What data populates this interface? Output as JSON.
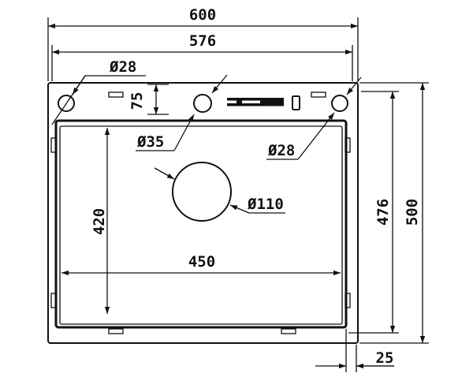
{
  "drawing": {
    "line_color": "#111111",
    "background": "#ffffff",
    "dimensions": {
      "overall_width": "600",
      "inner_width": "576",
      "tap_hole_offset": "75",
      "basin_height": "420",
      "basin_width": "450",
      "depth_total": "500",
      "depth_inner": "476",
      "rim_offset": "25"
    },
    "holes": {
      "left_small": "Ø28",
      "tap": "Ø35",
      "right_small": "Ø28",
      "drain": "Ø110"
    }
  }
}
